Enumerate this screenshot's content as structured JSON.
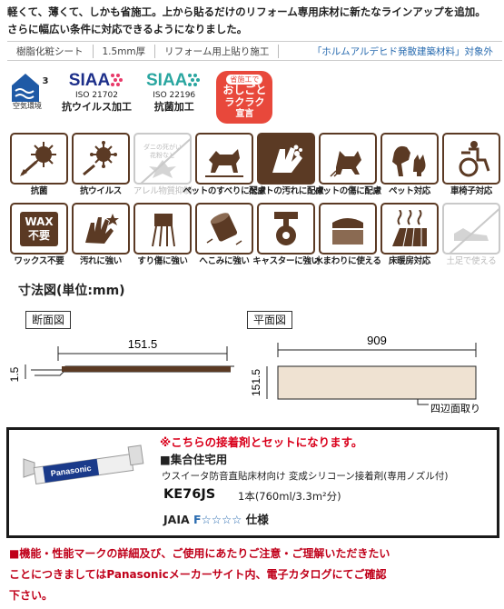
{
  "intro": {
    "line1": "軽くて、薄くて、しかも省施工。上から貼るだけのリフォーム専用床材に新たなラインアップを追加。",
    "line2": "さらに幅広い条件に対応できるようになりました。"
  },
  "spec_bar": [
    "樹脂化粧シート",
    "1.5mm厚",
    "リフォーム用上貼り施工",
    "「ホルムアルデヒド発散建築材料」対象外"
  ],
  "certs": {
    "air": {
      "label": "空気環境",
      "grade": "3"
    },
    "siaa_virus": {
      "logo": "SIAA",
      "iso": "ISO 21702",
      "label": "抗ウイルス加工"
    },
    "siaa_bact": {
      "logo": "SIAA",
      "iso": "ISO 22196",
      "label": "抗菌加工"
    },
    "badge": {
      "top": "省施工で",
      "line1": "おしごと",
      "line2": "ラクラク",
      "line3": "宣言"
    }
  },
  "features_row1": [
    {
      "label": "抗菌",
      "icon": "antibacterial-icon",
      "available": true
    },
    {
      "label": "抗ウイルス",
      "icon": "antivirus-icon",
      "available": true
    },
    {
      "label": "アレル物質抑制",
      "icon": "allergen-icon",
      "available": false,
      "note1": "ダニの死がい",
      "note2": "花粉など"
    },
    {
      "label": "ペットのすべりに配慮",
      "icon": "pet-slip-icon",
      "available": true
    },
    {
      "label": "ペットの汚れに配慮",
      "icon": "pet-stain-icon",
      "available": true
    },
    {
      "label": "ペットの傷に配慮",
      "icon": "pet-scratch-icon",
      "available": true
    },
    {
      "label": "ペット対応",
      "icon": "pet-friendly-icon",
      "available": true
    },
    {
      "label": "車椅子対応",
      "icon": "wheelchair-icon",
      "available": true
    }
  ],
  "features_row2": [
    {
      "label": "ワックス不要",
      "icon": "wax-free-icon",
      "available": true,
      "wax1": "WAX",
      "wax2": "不要"
    },
    {
      "label": "汚れに強い",
      "icon": "stain-resistant-icon",
      "available": true
    },
    {
      "label": "すり傷に強い",
      "icon": "scratch-resistant-icon",
      "available": true
    },
    {
      "label": "へこみに強い",
      "icon": "dent-resistant-icon",
      "available": true
    },
    {
      "label": "キャスターに強い",
      "icon": "caster-resistant-icon",
      "available": true
    },
    {
      "label": "水まわりに使える",
      "icon": "water-area-icon",
      "available": true
    },
    {
      "label": "床暖房対応",
      "icon": "floor-heating-icon",
      "available": true
    },
    {
      "label": "土足で使える",
      "icon": "shoes-icon",
      "available": false
    }
  ],
  "dimensions": {
    "title": "寸法図(単位:mm)",
    "section_label": "断面図",
    "plan_label": "平面図",
    "section_width": "151.5",
    "section_thickness": "1.5",
    "plan_length": "909",
    "plan_width": "151.5",
    "chamfer_note": "四辺面取り"
  },
  "adhesive": {
    "notice": "※こちらの接着剤とセットになります。",
    "category": "■集合住宅用",
    "description": "ウスイータ防音直貼床材向け 変成シリコーン接着剤(専用ノズル付)",
    "code": "KE76JS",
    "quantity": "1本(760ml/3.3m²分)",
    "jaia_label": "JAIA",
    "jaia_rating": "F☆☆☆☆",
    "jaia_suffix": "仕様",
    "tube_brand": "Panasonic"
  },
  "footnote": {
    "line1": "■機能・性能マークの詳細及び、ご使用にあたりご注意・ご理解いただきたい",
    "line2": "ことにつきましてはPanasonicメーカーサイト内、電子カタログにてご確認",
    "line3": "下さい。"
  },
  "colors": {
    "brown": "#5b3a24",
    "siaa_navy": "#1d2f8a",
    "siaa_teal": "#2aa6a0",
    "accent_red": "#d9001b",
    "badge_red": "#e8483b"
  }
}
